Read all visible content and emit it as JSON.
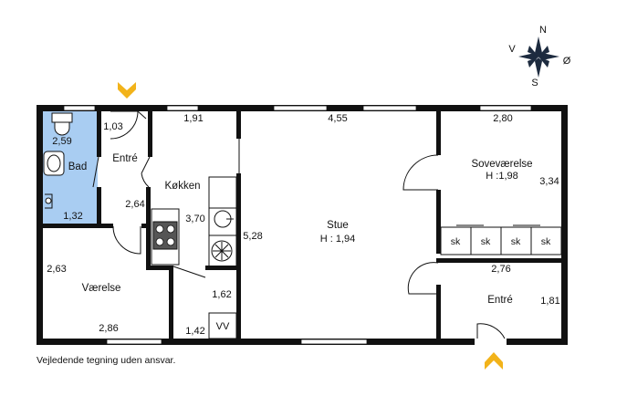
{
  "rooms": {
    "bad": {
      "name": "Bad",
      "width": "2,59",
      "depth": "1,32"
    },
    "entre_upper": {
      "name": "Entré",
      "width": "1,03",
      "depth": "2,64"
    },
    "kokken": {
      "name": "Køkken",
      "width": "1,91",
      "depth": "3,70"
    },
    "stue": {
      "name": "Stue",
      "height_label": "H : 1,94",
      "width": "4,55",
      "depth": "5,28"
    },
    "sovevaerelse": {
      "name": "Soveværelse",
      "height_label": "H :1,98",
      "width": "2,80",
      "depth": "3,34"
    },
    "vaerelse": {
      "name": "Værelse",
      "width": "2,86",
      "depth": "2,63"
    },
    "small_room": {
      "width": "1,42",
      "depth": "1,62"
    },
    "entre_lower": {
      "name": "Entré",
      "width": "2,76",
      "depth": "1,81"
    }
  },
  "wardrobes": [
    "sk",
    "sk",
    "sk",
    "sk"
  ],
  "vv_label": "VV",
  "compass": {
    "n": "N",
    "s": "S",
    "v": "V",
    "o": "Ø"
  },
  "disclaimer": "Vejledende tegning uden ansvar.",
  "colors": {
    "wall": "#111111",
    "bathroom": "#a9cdf2",
    "entrance_arrow": "#f2b31a",
    "window": "#dcdcdc"
  }
}
